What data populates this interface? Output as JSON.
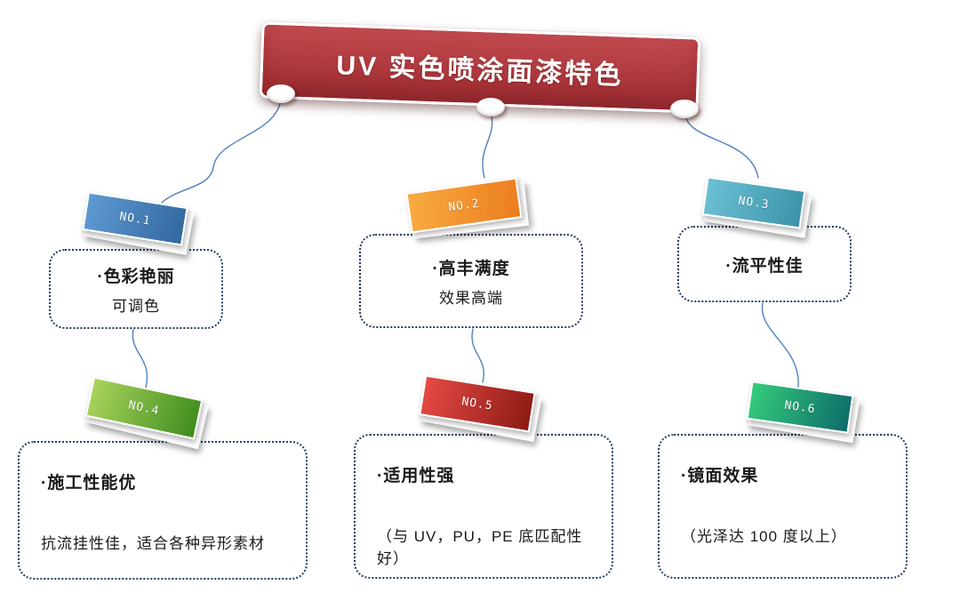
{
  "banner": {
    "title": "UV 实色喷涂面漆特色",
    "color": "#a93439"
  },
  "tags": [
    {
      "label": "NO.1",
      "color_start": "#5e9bd3",
      "color_end": "#33679f"
    },
    {
      "label": "NO.2",
      "color_start": "#f8ab41",
      "color_end": "#ec7d1e"
    },
    {
      "label": "NO.3",
      "color_start": "#6cc0d4",
      "color_end": "#3d93a9"
    },
    {
      "label": "NO.4",
      "color_start": "#aad45c",
      "color_end": "#3e8c1e"
    },
    {
      "label": "NO.5",
      "color_start": "#e54b44",
      "color_end": "#8c1a14"
    },
    {
      "label": "NO.6",
      "color_start": "#35cc7b",
      "color_end": "#0e6b6b"
    }
  ],
  "notes": [
    {
      "title": "·色彩艳丽",
      "desc": "可调色"
    },
    {
      "title": "·高丰满度",
      "desc": "效果高端"
    },
    {
      "title": "·流平性佳",
      "desc": ""
    },
    {
      "title": "·施工性能优",
      "desc": "抗流挂性佳，适合各种异形素材"
    },
    {
      "title": "·适用性强",
      "desc": "（与 UV，PU，PE 底匹配性好）"
    },
    {
      "title": "·镜面效果",
      "desc": "（光泽达 100 度以上）"
    }
  ],
  "connector_color": "#4f81bd"
}
